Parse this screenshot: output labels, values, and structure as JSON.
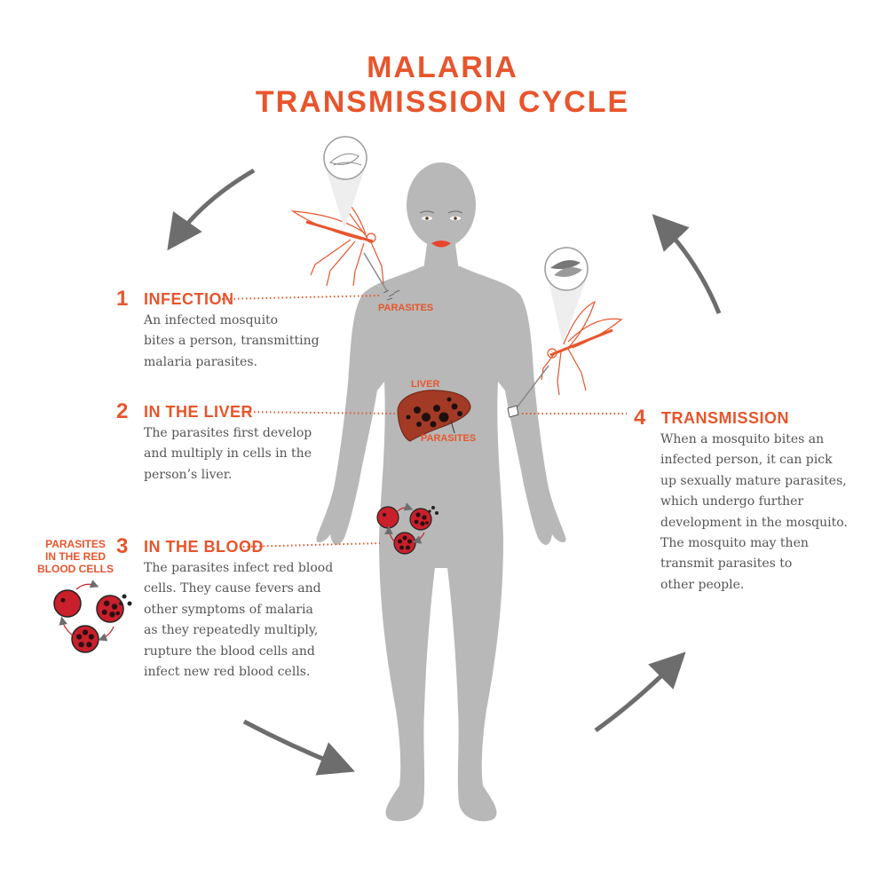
{
  "title": {
    "line1": "MALARIA",
    "line2": "TRANSMISSION CYCLE"
  },
  "steps": [
    {
      "number": "1",
      "title": "INFECTION",
      "lines": [
        "An infected mosquito",
        "bites a person, transmitting",
        "malaria parasites."
      ]
    },
    {
      "number": "2",
      "title": "IN THE LIVER",
      "lines": [
        "The parasites first develop",
        "and multiply in cells in the",
        "person’s liver."
      ]
    },
    {
      "number": "3",
      "title": "IN THE BLOOD",
      "lines": [
        "The parasites infect red blood",
        "cells. They cause fevers and",
        "other symptoms of malaria",
        "as they repeatedly multiply,",
        "rupture the blood cells and",
        "infect new red blood cells."
      ]
    },
    {
      "number": "4",
      "title": "TRANSMISSION",
      "lines": [
        "When a mosquito bites an",
        "infected person, it can pick",
        "up sexually mature parasites,",
        "which undergo further",
        "development in the mosquito.",
        "The mosquito may then",
        "transmit parasites to",
        "other people."
      ]
    }
  ],
  "labels": {
    "parasites_shoulder": "PARASITES",
    "liver": "LIVER",
    "parasites_liver": "PARASITES"
  },
  "inset": {
    "label_lines": [
      "PARASITES",
      "IN THE RED",
      "BLOOD CELLS"
    ]
  },
  "colors": {
    "accent": "#e8552c",
    "body": "#b8b8b8",
    "liver": "#a23a26",
    "blood_cell": "#c9202b",
    "arrow": "#6d6d6d",
    "text": "#555555"
  }
}
